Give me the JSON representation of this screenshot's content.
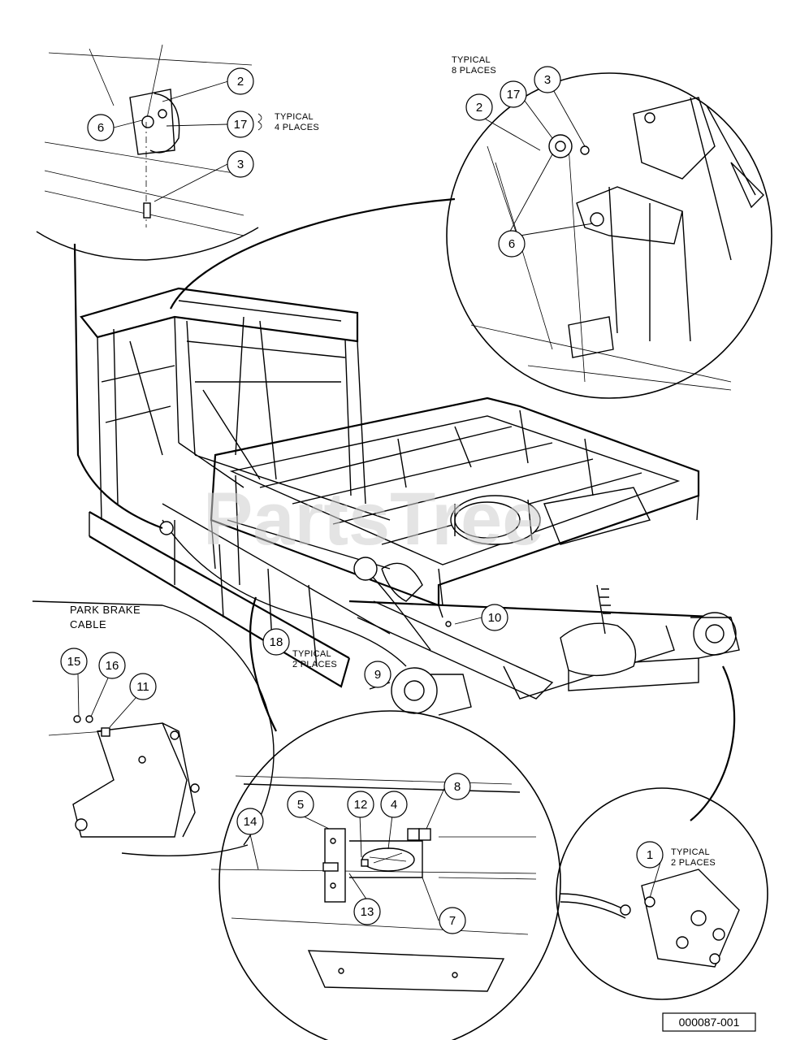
{
  "watermark": "PartsTree",
  "reference_number": "000087-001",
  "notes": {
    "typical_4_places": [
      "TYPICAL",
      "4 PLACES"
    ],
    "typical_8_places": [
      "TYPICAL",
      "8 PLACES"
    ],
    "typical_2_places_18": [
      "TYPICAL",
      "2 PLACES"
    ],
    "typical_2_places_1": [
      "TYPICAL",
      "2 PLACES"
    ]
  },
  "labels": {
    "park_brake_cable": [
      "PARK BRAKE",
      "CABLE"
    ]
  },
  "callouts": {
    "tl_2": "2",
    "tl_6": "6",
    "tl_17": "17",
    "tl_3": "3",
    "tr_2": "2",
    "tr_17": "17",
    "tr_3": "3",
    "tr_6": "6",
    "m_10": "10",
    "m_18": "18",
    "m_9": "9",
    "bl_15": "15",
    "bl_16": "16",
    "bl_11": "11",
    "bc_8": "8",
    "bc_5": "5",
    "bc_12": "12",
    "bc_4": "4",
    "bc_14": "14",
    "bc_13": "13",
    "bc_7": "7",
    "br_1": "1"
  }
}
